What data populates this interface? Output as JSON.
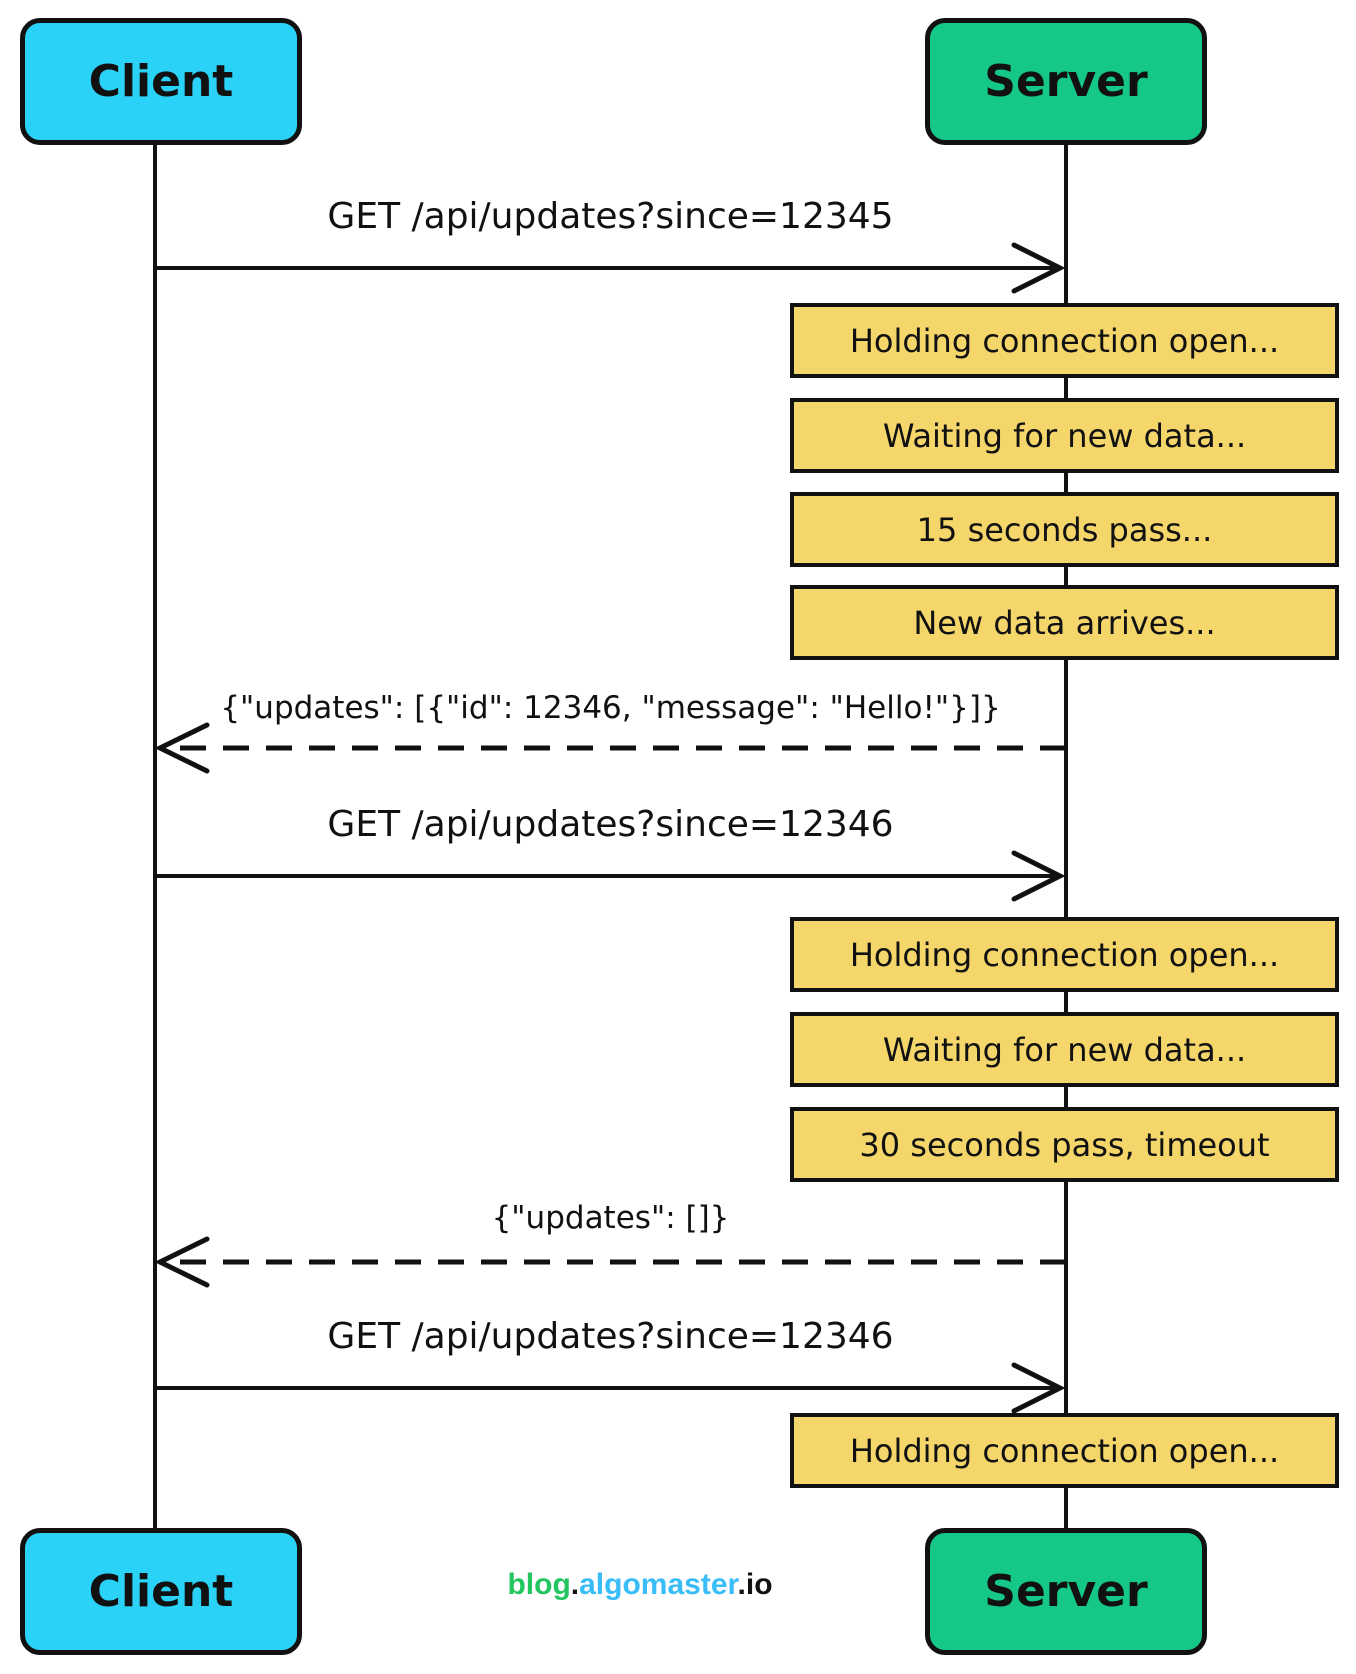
{
  "diagram": {
    "type": "sequence-diagram",
    "topic": "HTTP long polling between client and server"
  },
  "actors": {
    "client": {
      "label": "Client",
      "color": "#2bd2f7"
    },
    "server": {
      "label": "Server",
      "color": "#15c888"
    }
  },
  "messages": {
    "request1": {
      "label": "GET /api/updates?since=12345",
      "style": "solid-arrow-right"
    },
    "response1": {
      "label": "{\"updates\": [{\"id\": 12346, \"message\": \"Hello!\"}]}",
      "style": "dashed-arrow-left"
    },
    "request2": {
      "label": "GET /api/updates?since=12346",
      "style": "solid-arrow-right"
    },
    "response2": {
      "label": "{\"updates\": []}",
      "style": "dashed-arrow-left"
    },
    "request3": {
      "label": "GET /api/updates?since=12346",
      "style": "solid-arrow-right"
    }
  },
  "notes": {
    "color": "#f5d66b",
    "group1": [
      "Holding connection open...",
      "Waiting for new data...",
      "15 seconds pass...",
      "New data arrives..."
    ],
    "group2": [
      "Holding connection open...",
      "Waiting for new data...",
      "30 seconds pass, timeout"
    ],
    "group3": [
      "Holding connection open..."
    ]
  },
  "footer": {
    "blog": "blog",
    "dot1": ".",
    "site": "algomaster",
    "dot2": ".",
    "tld": "io",
    "blog_color": "#22c55e",
    "site_color": "#38bdf8",
    "tld_color": "#111111"
  }
}
